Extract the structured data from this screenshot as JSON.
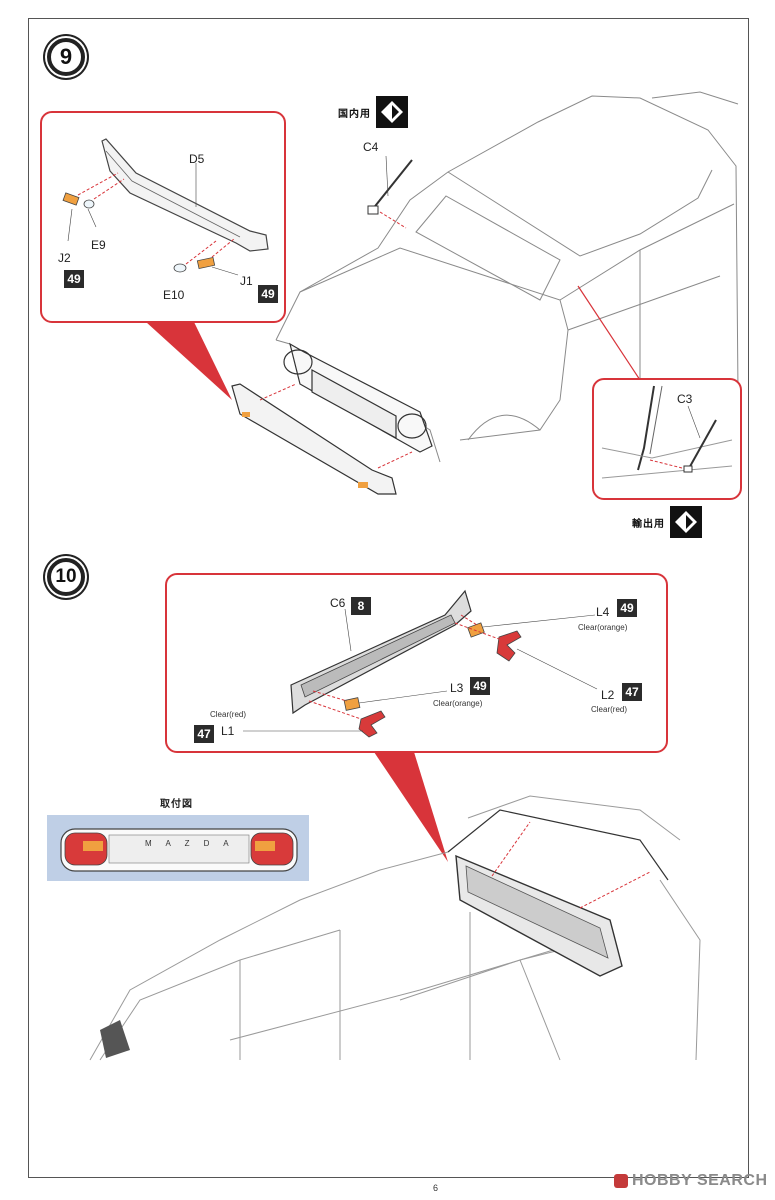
{
  "steps": {
    "step9": {
      "number": "9",
      "domestic_label": "国内用",
      "export_label": "輸出用",
      "parts": {
        "d5": "D5",
        "c4": "C4",
        "c3": "C3",
        "j2": "J2",
        "e9": "E9",
        "e10": "E10",
        "j1": "J1",
        "paint_j2": "49",
        "paint_j1": "49"
      }
    },
    "step10": {
      "number": "10",
      "parts": {
        "c6": "C6",
        "paint_c6": "8",
        "l4": "L4",
        "paint_l4": "49",
        "l4_color": "Clear(orange)",
        "l3": "L3",
        "paint_l3": "49",
        "l3_color": "Clear(orange)",
        "l2": "L2",
        "paint_l2": "47",
        "l2_color": "Clear(red)",
        "l1": "L1",
        "paint_l1": "47",
        "l1_color": "Clear(red)"
      },
      "sample_title": "取付図",
      "sample_emblem": "M A Z D A"
    }
  },
  "page_number": "6",
  "watermark": "HOBBY SEARCH",
  "colors": {
    "callout_border": "#d8343a",
    "orange_lens": "#f0a040",
    "red_lens": "#d83a3a",
    "sample_bg": "#bfcfe6"
  },
  "icons": [
    "arrow-pointer-icon",
    "hobbysearch-logo-icon"
  ]
}
